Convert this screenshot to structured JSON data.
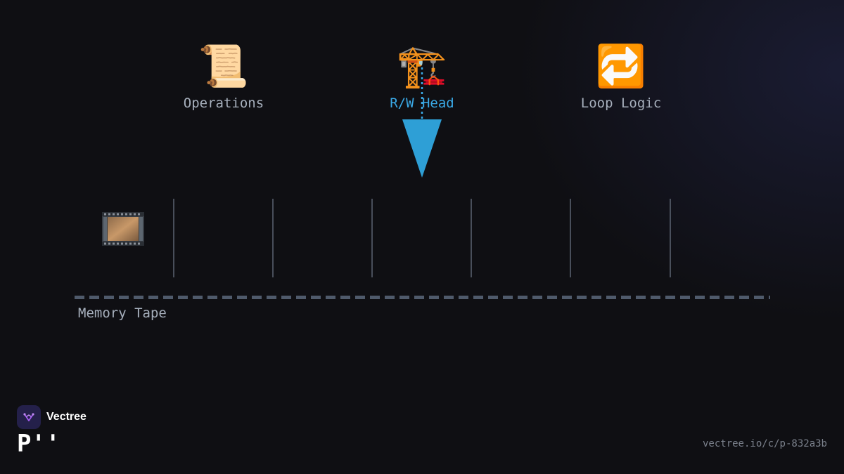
{
  "diagram": {
    "nodes": [
      {
        "id": "operations",
        "label": "Operations",
        "icon": "scroll-icon",
        "glyph": "📜"
      },
      {
        "id": "rw-head",
        "label": "R/W Head",
        "icon": "crane-icon",
        "glyph": "🏗️"
      },
      {
        "id": "loop-logic",
        "label": "Loop Logic",
        "icon": "repeat-icon",
        "glyph": "🔁"
      }
    ],
    "tape": {
      "label": "Memory Tape",
      "icon": "film-strip-icon"
    },
    "colors": {
      "accent": "#3aa9e6",
      "head_arrow": "#2e9fd6",
      "dashed_line": "#4f5a6b",
      "cell_divider": "#5c6472",
      "label": "#a7b0bd"
    }
  },
  "brand": {
    "name": "Vectree",
    "logo_icon": "vectree-logo-icon"
  },
  "page": {
    "title": "P''",
    "url": "vectree.io/c/p-832a3b"
  }
}
